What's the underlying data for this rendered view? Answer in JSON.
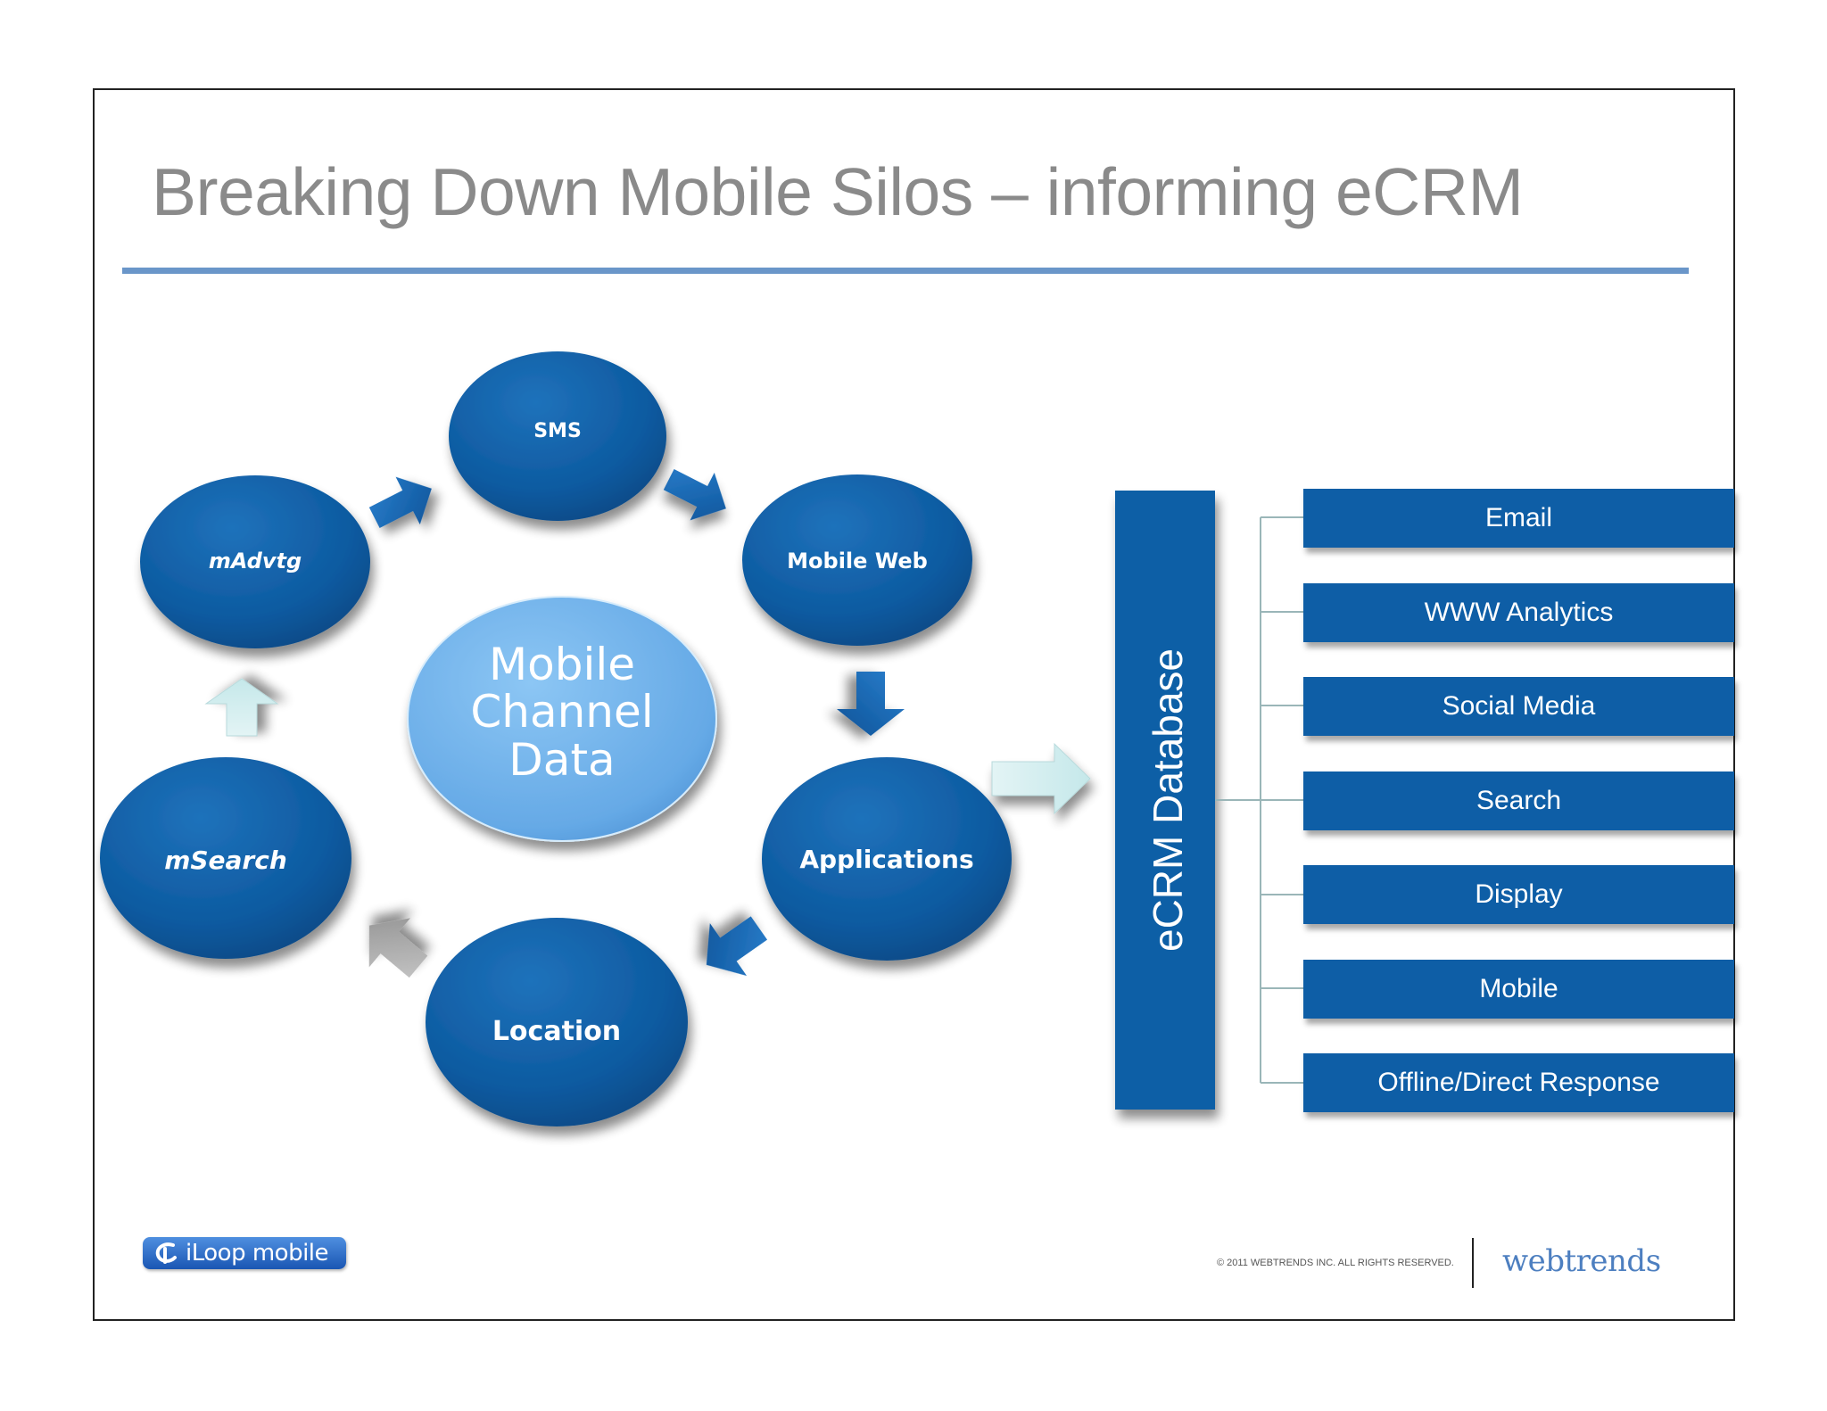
{
  "slide": {
    "title": "Breaking Down Mobile Silos – informing eCRM"
  },
  "cycle": {
    "center": [
      "Mobile",
      "Channel",
      "Data"
    ],
    "nodes": {
      "sms": "SMS",
      "mobile_web": "Mobile Web",
      "applications": "Applications",
      "location": "Location",
      "msearch": "mSearch",
      "madvtg": "mAdvtg"
    }
  },
  "ecrm": {
    "database_label": "eCRM Database",
    "channels": [
      "Email",
      "WWW Analytics",
      "Social Media",
      "Search",
      "Display",
      "Mobile",
      "Offline/Direct Response"
    ]
  },
  "footer": {
    "copyright": "© 2011  WEBTRENDS INC. ALL RIGHTS RESERVED.",
    "webtrends_logo": "webtrends",
    "iloop_logo": "iLoop mobile"
  },
  "colors": {
    "node_blue": "#0e5ea6",
    "center_light_blue": "#6fb2ec",
    "title_gray": "#8a8a8a",
    "rule_blue": "#6a96c9",
    "webtrends_blue": "#4d7fc0"
  }
}
